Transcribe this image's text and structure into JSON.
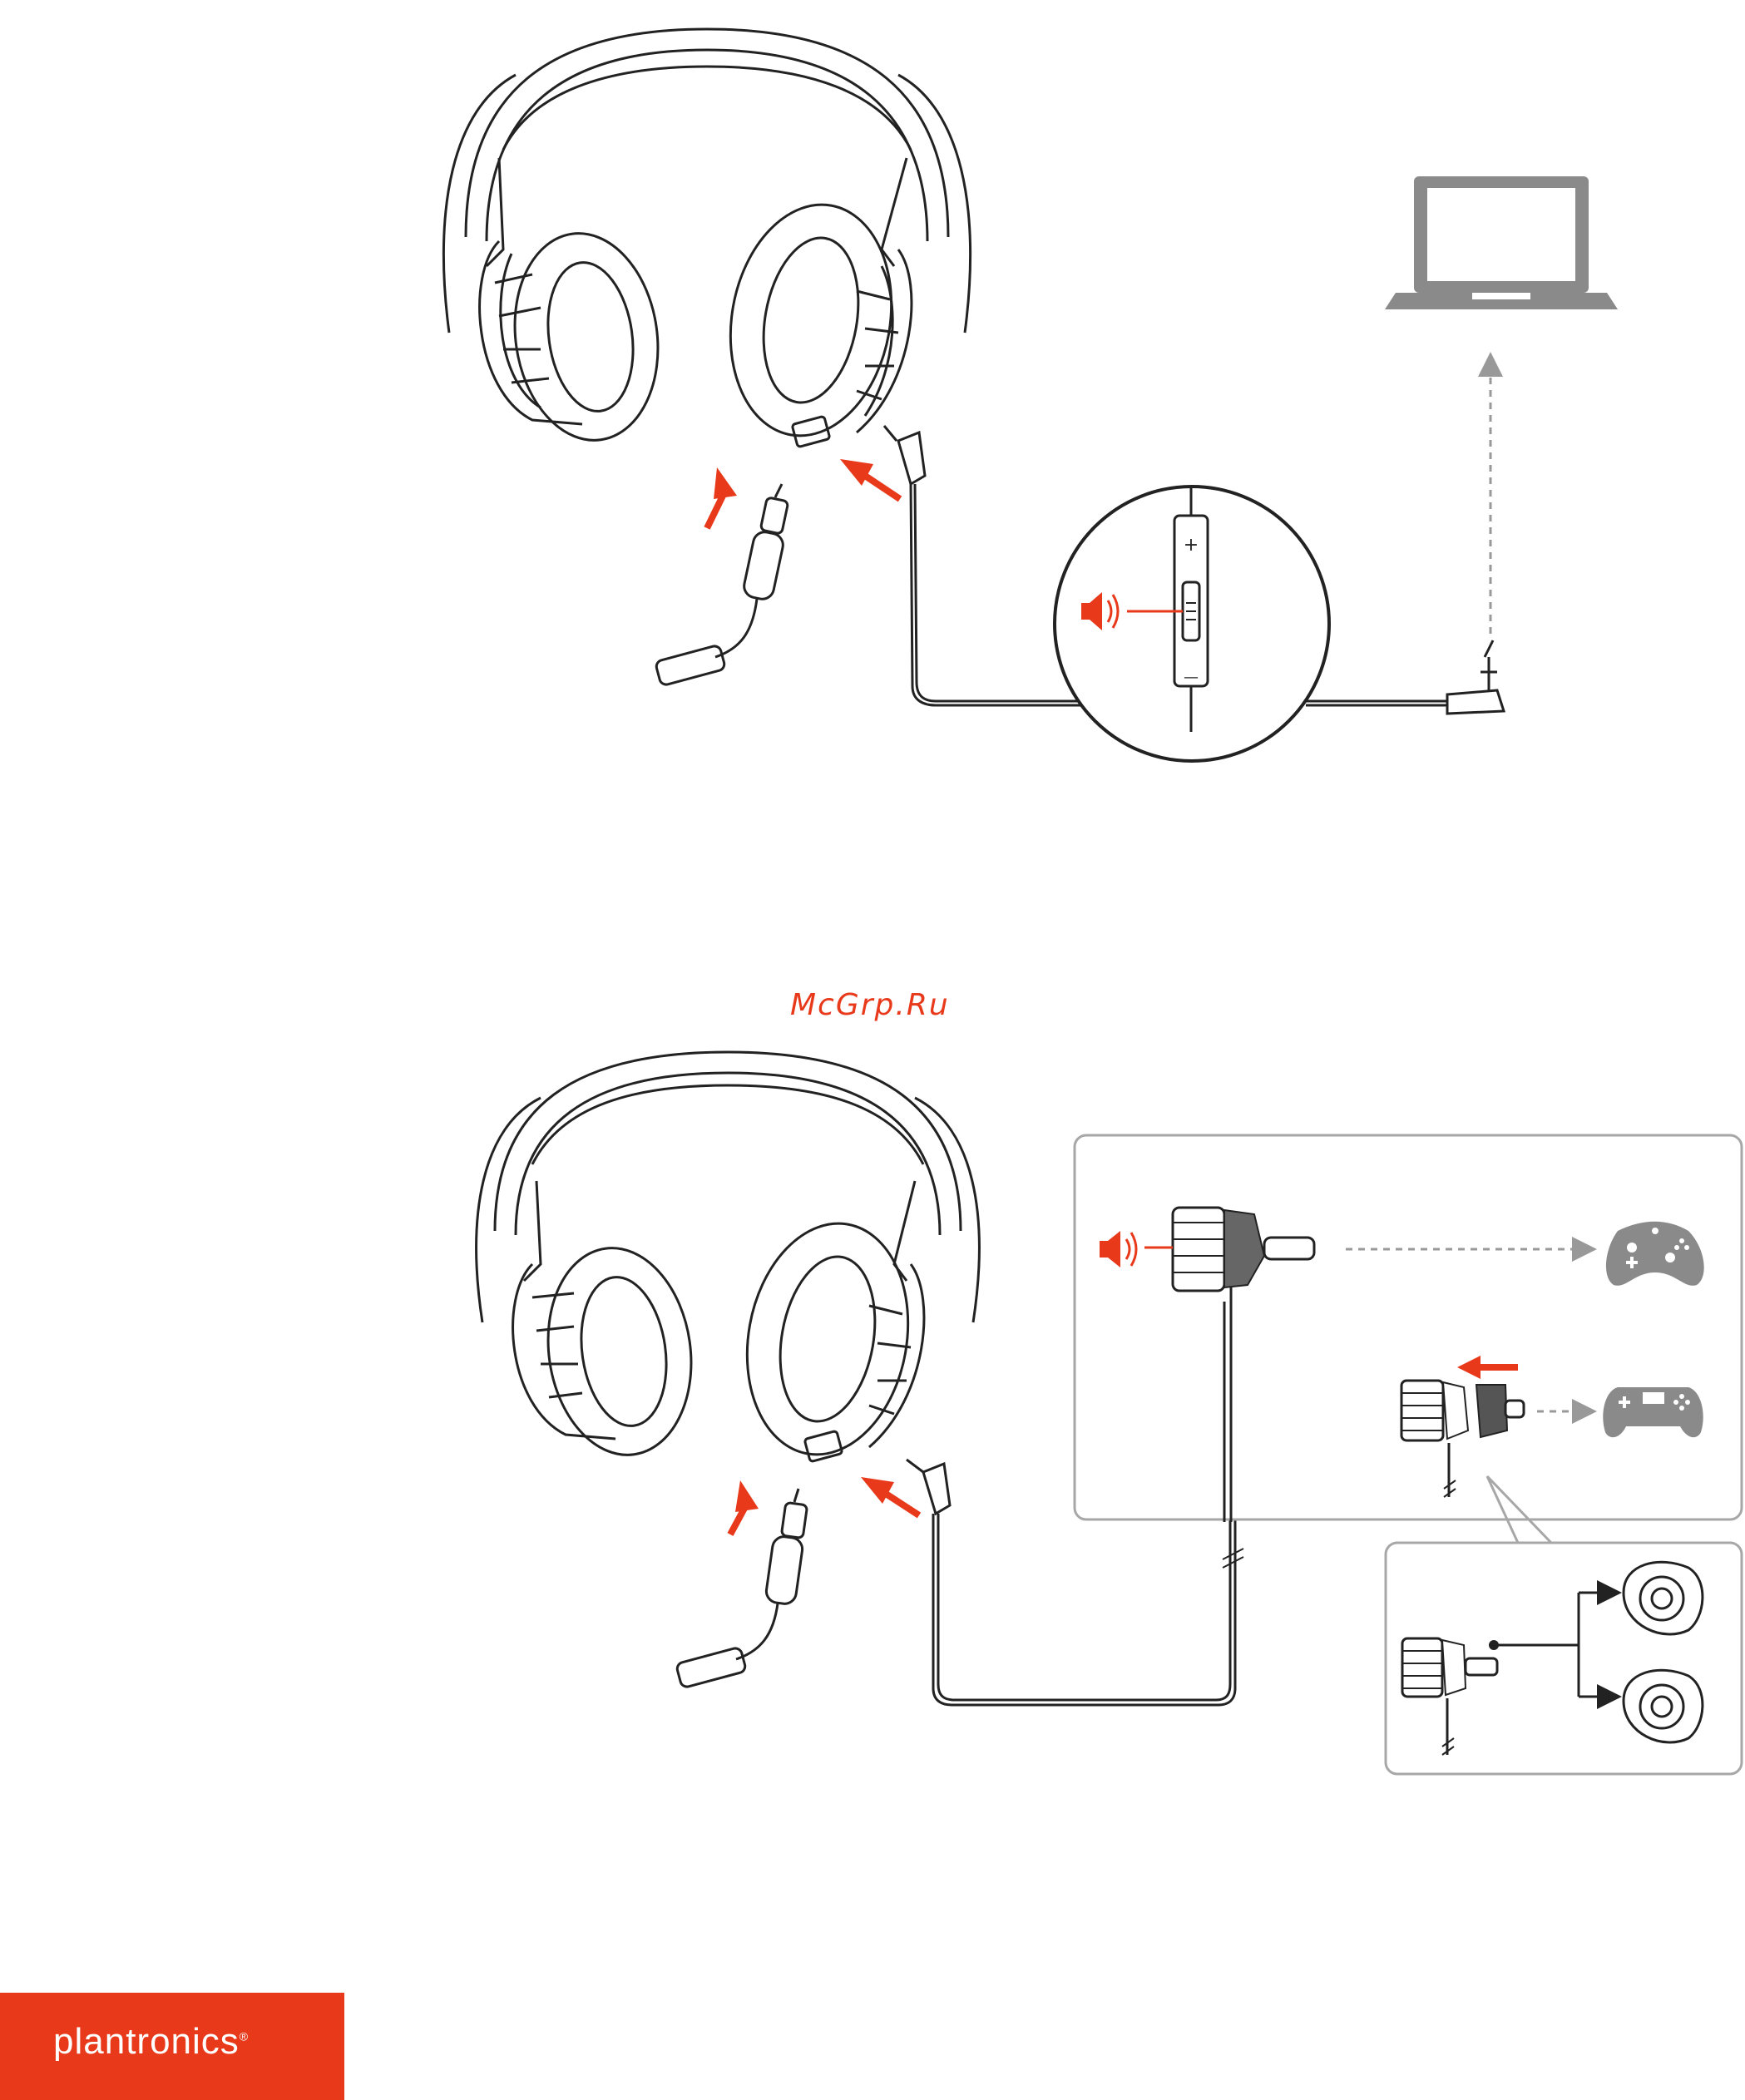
{
  "watermark": "McGrp.Ru",
  "brand": {
    "name": "plantronics",
    "mark": "®"
  },
  "inline_control": {
    "plus": "+",
    "minus": "—"
  },
  "colors": {
    "accent": "#e8391b",
    "line": "#222222",
    "panel": "#a7a7a7",
    "device": "#8a8a8a"
  },
  "icons": [
    "headset",
    "laptop",
    "xbox-controller",
    "playstation-controller",
    "speaker-volume",
    "earbuds"
  ]
}
